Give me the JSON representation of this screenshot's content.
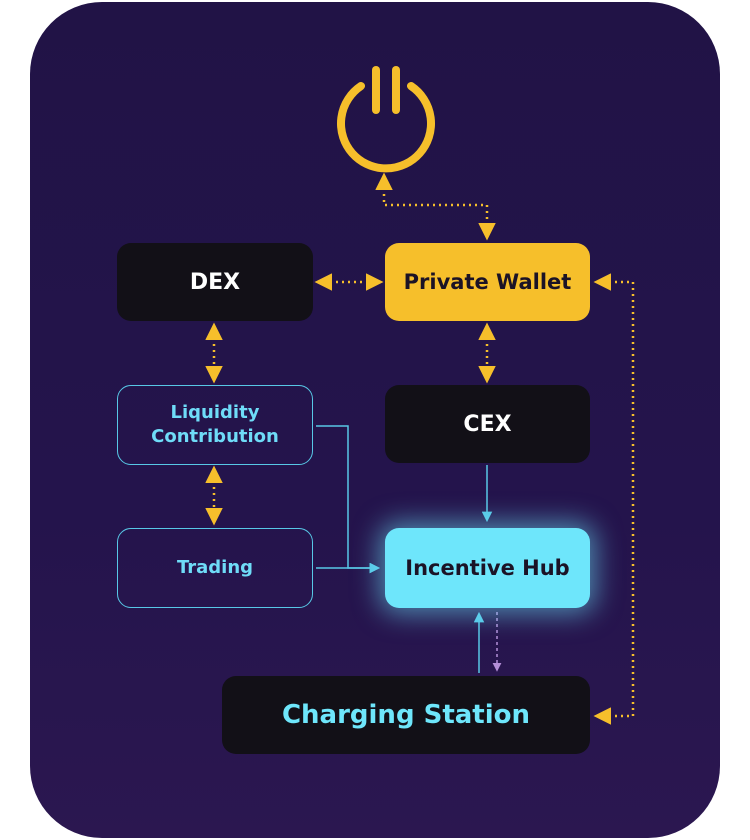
{
  "nodes": {
    "dex": "DEX",
    "private_wallet": "Private Wallet",
    "cex": "CEX",
    "liquidity_contribution": "Liquidity\nContribution",
    "trading": "Trading",
    "incentive_hub": "Incentive Hub",
    "charging_station": "Charging Station"
  },
  "icons": {
    "top": "power-icon"
  },
  "colors": {
    "background": "#231548",
    "accent_yellow": "#f6bf2b",
    "accent_cyan": "#6ee6fb",
    "node_dark": "#121017",
    "line_blue": "#58c8e6",
    "line_purple": "#b48fd8"
  }
}
